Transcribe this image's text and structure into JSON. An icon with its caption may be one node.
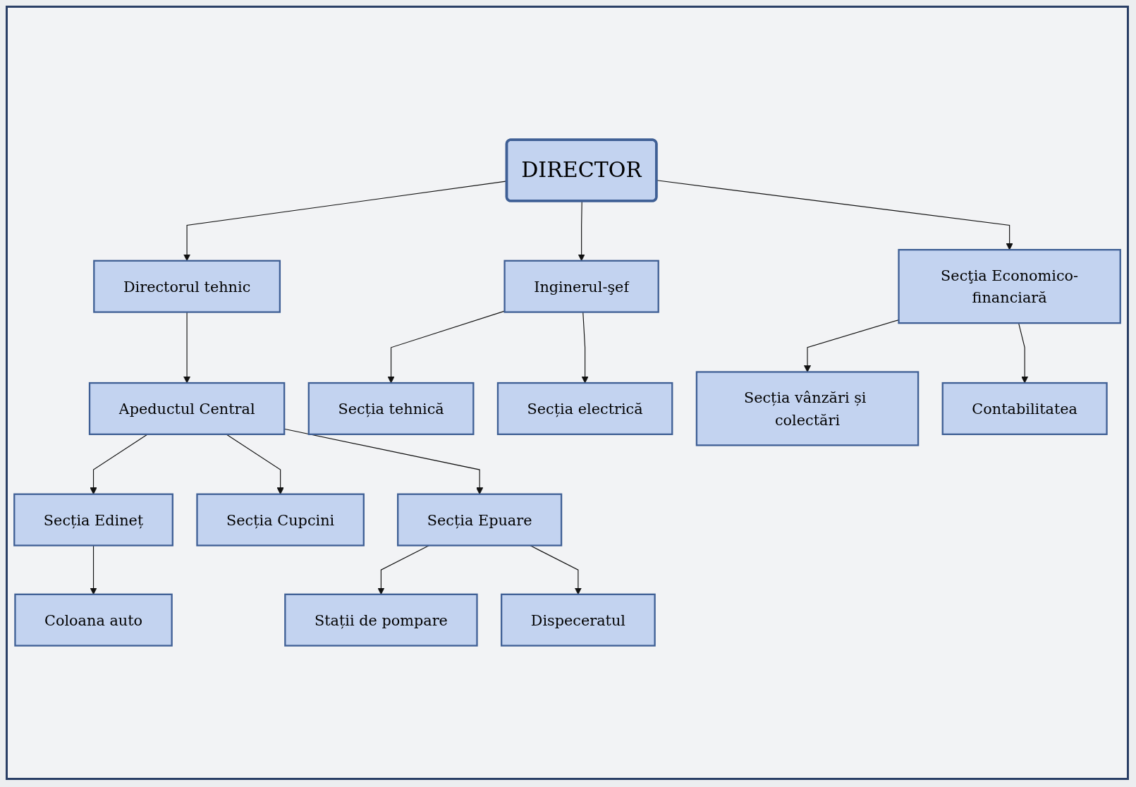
{
  "diagram": {
    "nodes": [
      {
        "text": [
          "DIRECTOR"
        ]
      },
      {
        "text": [
          "Directorul tehnic"
        ]
      },
      {
        "text": [
          "Inginerul-şef"
        ]
      },
      {
        "text": [
          "Secţia Economico-financiară"
        ]
      },
      {
        "text": [
          "Apeductul Central"
        ]
      },
      {
        "text": [
          "Secția tehnică"
        ]
      },
      {
        "text": [
          "Secția electrică"
        ]
      },
      {
        "text": [
          "Secția Edineț"
        ]
      },
      {
        "text": [
          "Secția Cupcini"
        ]
      },
      {
        "text": [
          "Secția vânzări și colectări"
        ]
      },
      {
        "text": [
          "Secția Epuare"
        ]
      },
      {
        "text": [
          "Coloana auto"
        ]
      },
      {
        "text": [
          "Contabilitatea"
        ]
      },
      {
        "text": [
          "Stații de pompare"
        ]
      },
      {
        "text": [
          "Dispeceratul"
        ]
      }
    ],
    "edges": [
      {
        "from": 0,
        "to": 1,
        "arrow": "to"
      },
      {
        "from": 0,
        "to": 2,
        "arrow": "to"
      },
      {
        "from": 0,
        "to": 3,
        "arrow": "to"
      },
      {
        "from": 1,
        "to": 4,
        "arrow": "to"
      },
      {
        "from": 2,
        "to": 5,
        "arrow": "to"
      },
      {
        "from": 2,
        "to": 6,
        "arrow": "to"
      },
      {
        "from": 3,
        "to": 9,
        "arrow": "to"
      },
      {
        "from": 3,
        "to": 12,
        "arrow": "to"
      },
      {
        "from": 4,
        "to": 7,
        "arrow": "to"
      },
      {
        "from": 4,
        "to": 8,
        "arrow": "to"
      },
      {
        "from": 4,
        "to": 10,
        "arrow": "to"
      },
      {
        "from": 7,
        "to": 11,
        "arrow": "to"
      },
      {
        "from": 10,
        "to": 13,
        "arrow": "to"
      },
      {
        "from": 10,
        "to": 14,
        "arrow": "to"
      }
    ]
  }
}
